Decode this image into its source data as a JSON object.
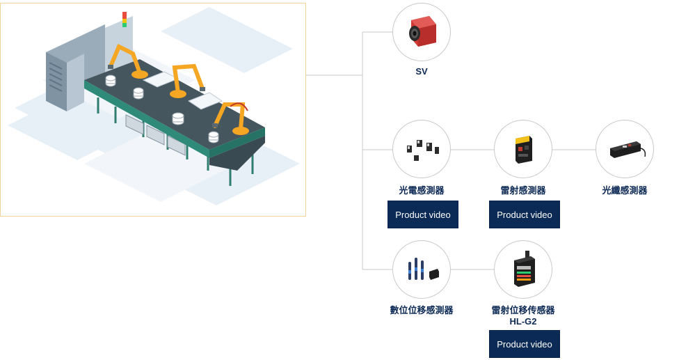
{
  "scene": {
    "icon": "assembly-line-illustration",
    "accent_color": "#f5a623",
    "conveyor_color": "#3f4e57"
  },
  "products": {
    "sv": {
      "label": "SV",
      "icon": "machine-vision-camera-icon"
    },
    "photoelectric": {
      "label": "光電感測器",
      "icon": "photoelectric-sensors-icon",
      "video_label": "Product video"
    },
    "laser": {
      "label": "雷射感測器",
      "icon": "laser-sensor-icon",
      "video_label": "Product video"
    },
    "fiber": {
      "label": "光纖感測器",
      "icon": "fiber-sensor-icon"
    },
    "displacement": {
      "label": "數位位移感測器",
      "icon": "displacement-sensors-icon"
    },
    "hlg2": {
      "label_line1": "雷射位移传感器",
      "label_line2": "HL-G2",
      "icon": "hl-g2-sensor-icon",
      "video_label": "Product video"
    }
  },
  "colors": {
    "button_bg": "#0c2a56",
    "label_text": "#0d2a55",
    "connector": "#c8c8c8"
  }
}
